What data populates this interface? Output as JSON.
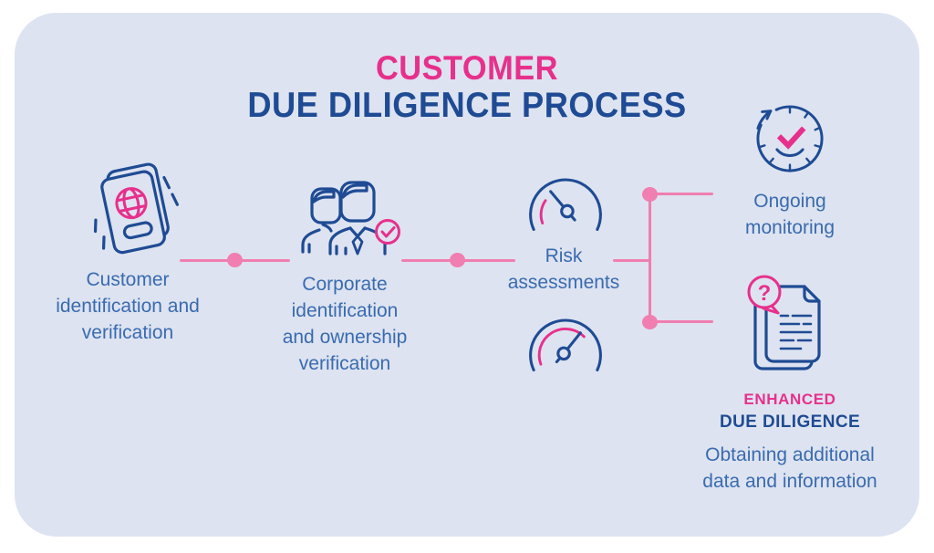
{
  "palette": {
    "page_bg": "#ffffff",
    "card_bg": "#dde3f0",
    "pink": "#e7308c",
    "navy": "#1f4b94",
    "blue": "#3a6bb0",
    "connector": "#f07eb0"
  },
  "title": {
    "line1": "CUSTOMER",
    "line2": "DUE DILIGENCE PROCESS"
  },
  "steps": {
    "customer": {
      "label": "Customer\nidentification and\nverification",
      "icon": "passport-icon"
    },
    "corporate": {
      "label": "Corporate\nidentification\nand ownership\nverification",
      "icon": "corporate-verification-icon"
    },
    "risk": {
      "label": "Risk\nassessments",
      "icon_low": "gauge-low-risk-icon",
      "icon_high": "gauge-high-risk-icon"
    },
    "monitoring": {
      "label": "Ongoing\nmonitoring",
      "icon": "ongoing-monitoring-icon"
    },
    "edd": {
      "heading_line1": "ENHANCED",
      "heading_line2": "DUE DILIGENCE",
      "label": "Obtaining additional\ndata and information",
      "icon": "enhanced-documents-icon"
    }
  }
}
